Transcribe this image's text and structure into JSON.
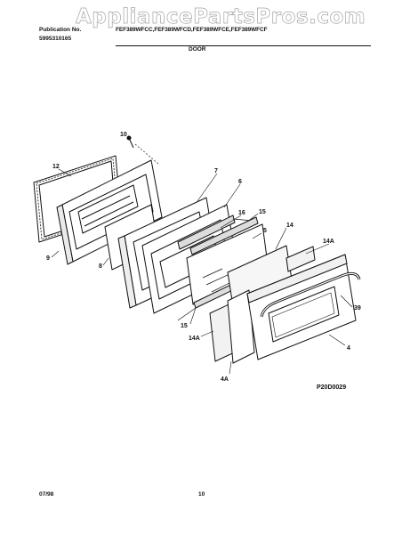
{
  "watermark": "AppliancePartsPros.com",
  "header": {
    "publication_label": "Publication No.",
    "publication_number": "5995310165",
    "models": "FEF389WFCC,FEF389WFCD,FEF389WFCE,FEF389WFCF",
    "section_title": "DOOR"
  },
  "callouts": {
    "c10": "10",
    "c12": "12",
    "c7": "7",
    "c6": "6",
    "c16": "16",
    "c15a": "15",
    "c14": "14",
    "c5": "5",
    "c14a_top": "14A",
    "c9": "9",
    "c8": "8",
    "c39": "39",
    "c15b": "15",
    "c14a_left": "14A",
    "c4": "4",
    "c4a": "4A"
  },
  "diagram_code": "P20D0029",
  "footer": {
    "date": "07/98",
    "page": "10"
  }
}
